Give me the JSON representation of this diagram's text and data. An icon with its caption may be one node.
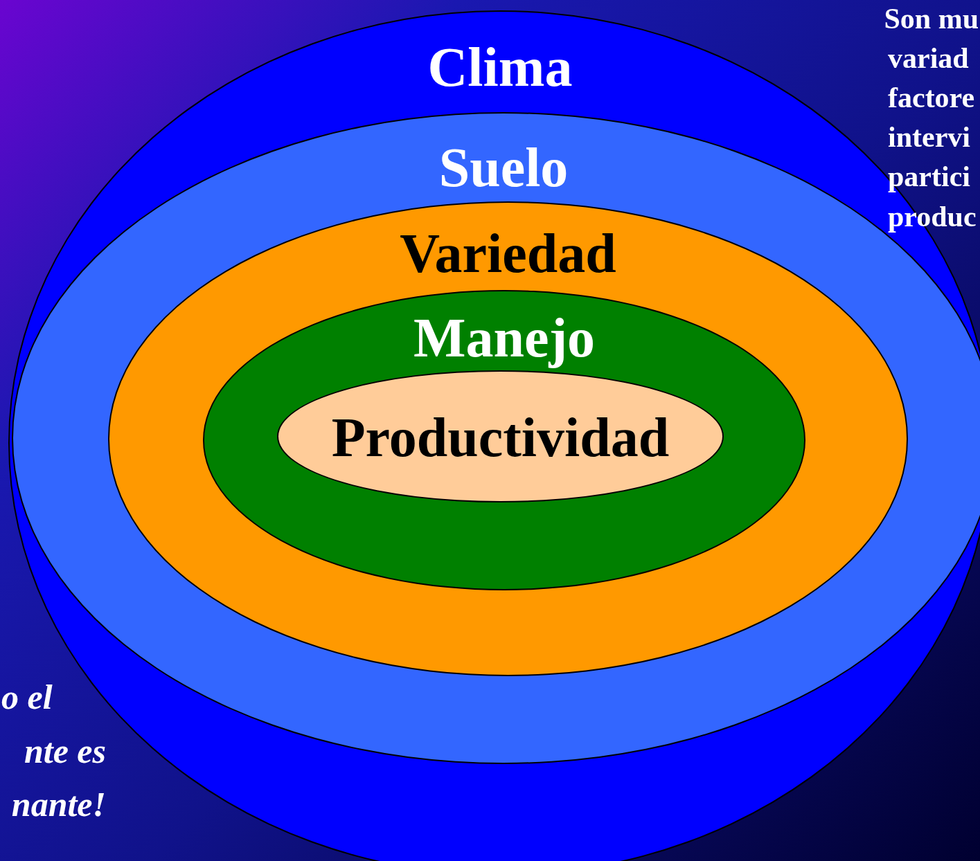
{
  "diagram": {
    "nodes": [
      {
        "text": [
          "Clima"
        ]
      },
      {
        "text": [
          "Suelo"
        ],
        "in": 0
      },
      {
        "text": [
          "Variedad"
        ],
        "in": 1
      },
      {
        "text": [
          "Manejo"
        ],
        "in": 2
      },
      {
        "text": [
          "Productividad"
        ],
        "in": 3
      }
    ],
    "labels": [
      "Son mu",
      "variad",
      "factore",
      "intervi",
      "partici",
      "produc",
      "o el",
      "nte es",
      "nante!"
    ]
  }
}
